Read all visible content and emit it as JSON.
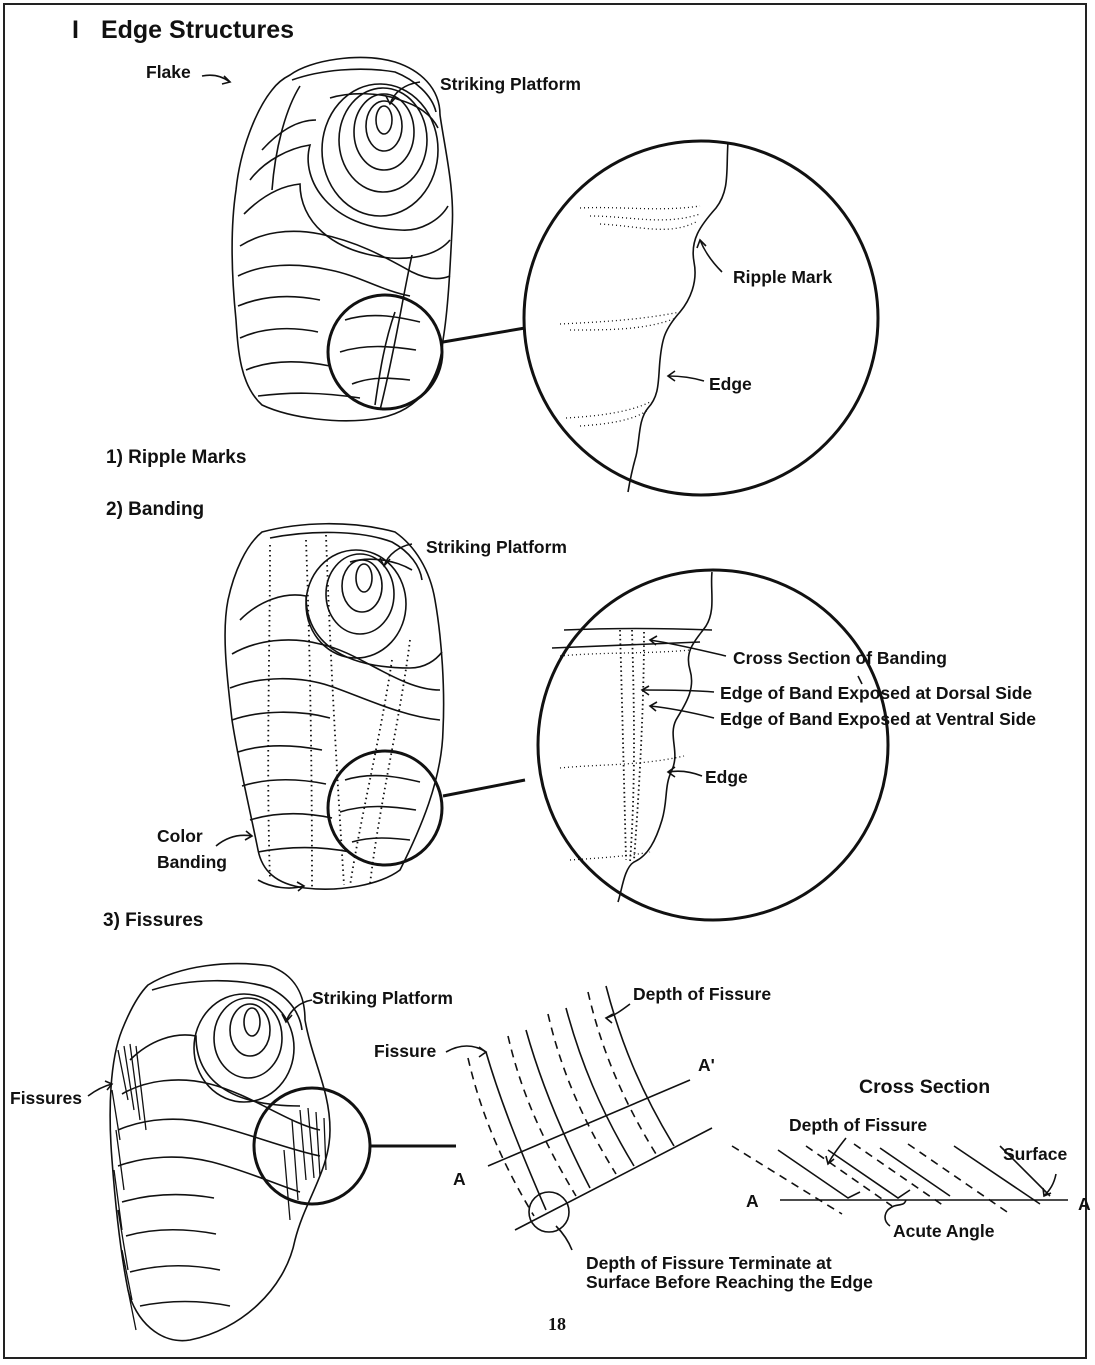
{
  "title": {
    "numeral": "I",
    "text": "Edge Structures"
  },
  "sections": [
    {
      "heading": "1) Ripple Marks"
    },
    {
      "heading": "2) Banding"
    },
    {
      "heading": "3) Fissures"
    }
  ],
  "labels": {
    "flake": "Flake",
    "striking_platform_1": "Striking Platform",
    "ripple_mark": "Ripple Mark",
    "edge_1": "Edge",
    "striking_platform_2": "Striking Platform",
    "cross_section_of_banding": "Cross Section of Banding",
    "edge_band_dorsal": "Edge of Band Exposed at Dorsal Side",
    "edge_band_ventral": "Edge of Band Exposed at Ventral Side",
    "edge_2": "Edge",
    "color_banding_1": "Color",
    "color_banding_2": "Banding",
    "striking_platform_3": "Striking Platform",
    "fissures": "Fissures",
    "fissure": "Fissure",
    "depth_of_fissure_1": "Depth of Fissure",
    "a_prime": "A'",
    "a_left": "A",
    "cross_section": "Cross Section",
    "depth_of_fissure_2": "Depth of Fissure",
    "surface": "Surface",
    "a_cs_left": "A",
    "a_cs_right": "A",
    "acute_angle": "Acute Angle",
    "terminate_line1": "Depth of Fissure Terminate at",
    "terminate_line2": "Surface Before Reaching the Edge"
  },
  "page_number": "18"
}
